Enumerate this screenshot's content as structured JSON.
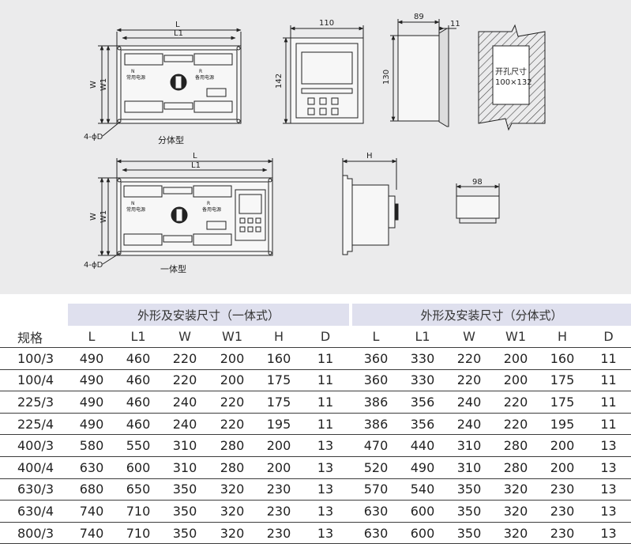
{
  "drawing": {
    "split_view_dims": {
      "L": "L",
      "L1": "L1",
      "W": "W",
      "W1": "W1",
      "hole": "4-ϕD"
    },
    "split_caption": "分体型",
    "integrated_caption": "一体型",
    "switch_labels": {
      "n_letter": "N",
      "normal_power": "常用电源",
      "r_letter": "R",
      "backup_power": "备用电源"
    },
    "controller_front": {
      "width": "110",
      "height": "142"
    },
    "controller_side": {
      "depth": "89",
      "flange": "11",
      "height": "130"
    },
    "cutout": {
      "title": "开孔尺寸",
      "size": "100×132"
    },
    "integrated_side": {
      "H": "H"
    },
    "integrated_controller": {
      "width": "98"
    }
  },
  "table": {
    "group_integrated": "外形及安装尺寸（一体式）",
    "group_split": "外形及安装尺寸（分体式）",
    "spec_header": "规格",
    "columns": [
      "L",
      "L1",
      "W",
      "W1",
      "H",
      "D",
      "L",
      "L1",
      "W",
      "W1",
      "H",
      "D"
    ],
    "rows": [
      {
        "spec": "100/3",
        "values": [
          "490",
          "460",
          "220",
          "200",
          "160",
          "11",
          "360",
          "330",
          "220",
          "200",
          "160",
          "11"
        ]
      },
      {
        "spec": "100/4",
        "values": [
          "490",
          "460",
          "220",
          "200",
          "175",
          "11",
          "360",
          "330",
          "220",
          "200",
          "175",
          "11"
        ]
      },
      {
        "spec": "225/3",
        "values": [
          "490",
          "460",
          "240",
          "220",
          "175",
          "11",
          "386",
          "356",
          "240",
          "220",
          "175",
          "11"
        ]
      },
      {
        "spec": "225/4",
        "values": [
          "490",
          "460",
          "240",
          "220",
          "195",
          "11",
          "386",
          "356",
          "240",
          "220",
          "195",
          "11"
        ]
      },
      {
        "spec": "400/3",
        "values": [
          "580",
          "550",
          "310",
          "280",
          "200",
          "13",
          "470",
          "440",
          "310",
          "280",
          "200",
          "13"
        ]
      },
      {
        "spec": "400/4",
        "values": [
          "630",
          "600",
          "310",
          "280",
          "200",
          "13",
          "520",
          "490",
          "310",
          "280",
          "200",
          "13"
        ]
      },
      {
        "spec": "630/3",
        "values": [
          "680",
          "650",
          "350",
          "320",
          "230",
          "13",
          "570",
          "540",
          "350",
          "320",
          "230",
          "13"
        ]
      },
      {
        "spec": "630/4",
        "values": [
          "740",
          "710",
          "350",
          "320",
          "230",
          "13",
          "630",
          "600",
          "350",
          "320",
          "230",
          "13"
        ]
      },
      {
        "spec": "800/3",
        "values": [
          "740",
          "710",
          "350",
          "320",
          "230",
          "13",
          "630",
          "600",
          "350",
          "320",
          "230",
          "13"
        ]
      }
    ]
  }
}
